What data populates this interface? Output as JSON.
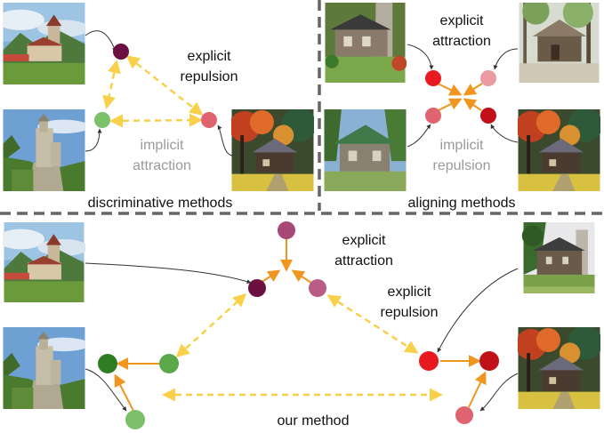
{
  "panels": {
    "top_left": {
      "caption": "discriminative methods",
      "explicit_label": [
        "explicit",
        "repulsion"
      ],
      "implicit_label": [
        "implicit",
        "attraction"
      ]
    },
    "top_right": {
      "caption": "aligning methods",
      "explicit_label": [
        "explicit",
        "attraction"
      ],
      "implicit_label": [
        "implicit",
        "repulsion"
      ]
    },
    "bottom": {
      "caption": "our method",
      "attraction_label": [
        "explicit",
        "attraction"
      ],
      "repulsion_label": [
        "explicit",
        "repulsion"
      ]
    }
  },
  "colors": {
    "dark_purple": "#6b1040",
    "light_mauve": "#b85c86",
    "mauve_top": "#a84876",
    "green_light": "#7cc06a",
    "green_mid": "#5aa84a",
    "green_dark": "#2e7d22",
    "red_bright": "#e8191f",
    "red_dark": "#c01018",
    "salmon": "#e06470",
    "pink_light": "#ea9aa0",
    "orange_arrow": "#f0961e",
    "yellow_dashed": "#f8d04a",
    "divider": "#666666",
    "text_dark": "#111111",
    "text_gray": "#9a9a9a"
  },
  "thumbnails": [
    "church-photo",
    "castle-photo",
    "cabin-painting",
    "cabin-photo"
  ]
}
